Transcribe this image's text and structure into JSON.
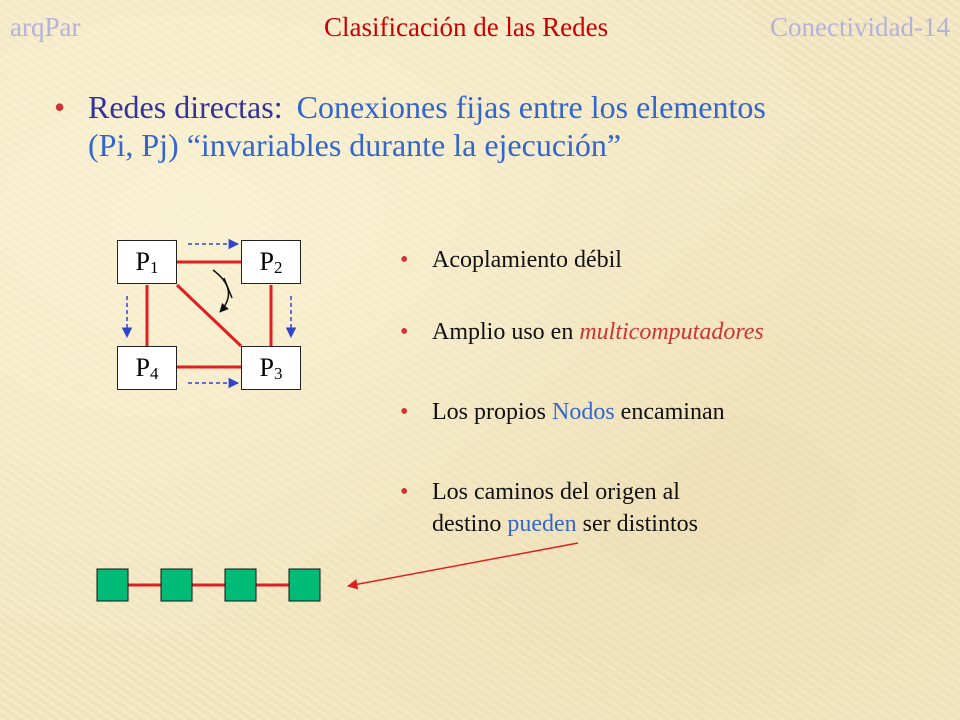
{
  "header": {
    "left": "arqPar",
    "center": "Clasificación de las Redes",
    "right": "Conectividad-14"
  },
  "main_bullet": {
    "term": "Redes directas:",
    "description_line1": "Conexiones fijas entre los elementos",
    "description_line2": "(Pi, Pj) “invariables durante la ejecución”"
  },
  "diagram": {
    "nodes": [
      {
        "letter": "P",
        "index": "1"
      },
      {
        "letter": "P",
        "index": "2"
      },
      {
        "letter": "P",
        "index": "3"
      },
      {
        "letter": "P",
        "index": "4"
      }
    ],
    "link_color": "#e02020",
    "arrow_color": "#3344cc",
    "chain_node_color": "#00bb77",
    "chain_node_count": 4
  },
  "bullets": {
    "b1": "Acoplamiento débil",
    "b2_pre": "Amplio uso en",
    "b2_accent": "multicomputadores",
    "b3_pre": "Los propios",
    "b3_accent": "Nodos",
    "b3_post": "encaminan",
    "b4_line1": "Los caminos del origen al",
    "b4_pre": "destino",
    "b4_accent": "pueden",
    "b4_post": "ser distintos"
  },
  "colors": {
    "title_red": "#cc0000",
    "muted_lavender": "#b3b3d9",
    "navy": "#333399",
    "blue": "#3366cc",
    "bullet_red": "#cc3333",
    "background": "#f5e9c4"
  }
}
